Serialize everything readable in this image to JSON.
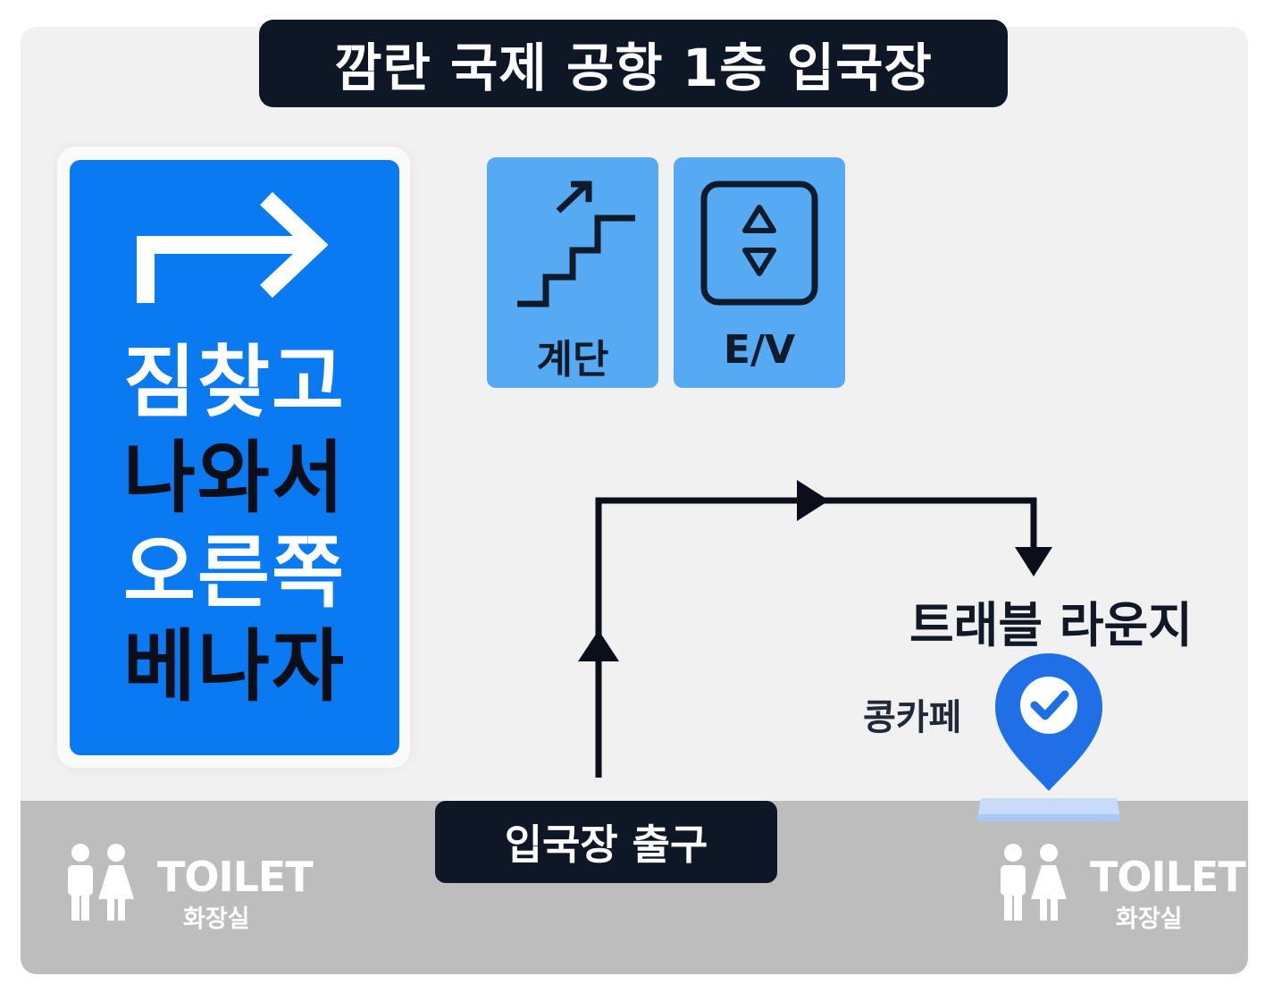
{
  "header": {
    "title": "깜란 국제 공항 1층 입국장"
  },
  "baggage_sign": {
    "lines": [
      "짐찾고",
      "나와서",
      "오른쪽",
      "베나자"
    ],
    "icon": "right-turn-arrow-icon",
    "color": "#0a7af2"
  },
  "facilities": {
    "stairs": {
      "label": "계단",
      "icon": "stairs-up-icon"
    },
    "elevator": {
      "label": "E/V",
      "icon": "elevator-updown-icon"
    },
    "tile_color": "#56a9f3"
  },
  "route": {
    "destination": "트래블 라운지",
    "nearby": "콩카페",
    "pin_icon": "location-check-pin-icon",
    "pin_color": "#1f6fe6"
  },
  "exit": {
    "label": "입국장 출구"
  },
  "toilets": {
    "left": {
      "title": "TOILET",
      "subtitle": "화장실",
      "icon": "restroom-people-icon"
    },
    "right": {
      "title": "TOILET",
      "subtitle": "화장실",
      "icon": "restroom-people-icon"
    }
  },
  "colors": {
    "banner": "#0e1726",
    "floor": "#bdbdbd",
    "background": "#f1f1f1"
  }
}
